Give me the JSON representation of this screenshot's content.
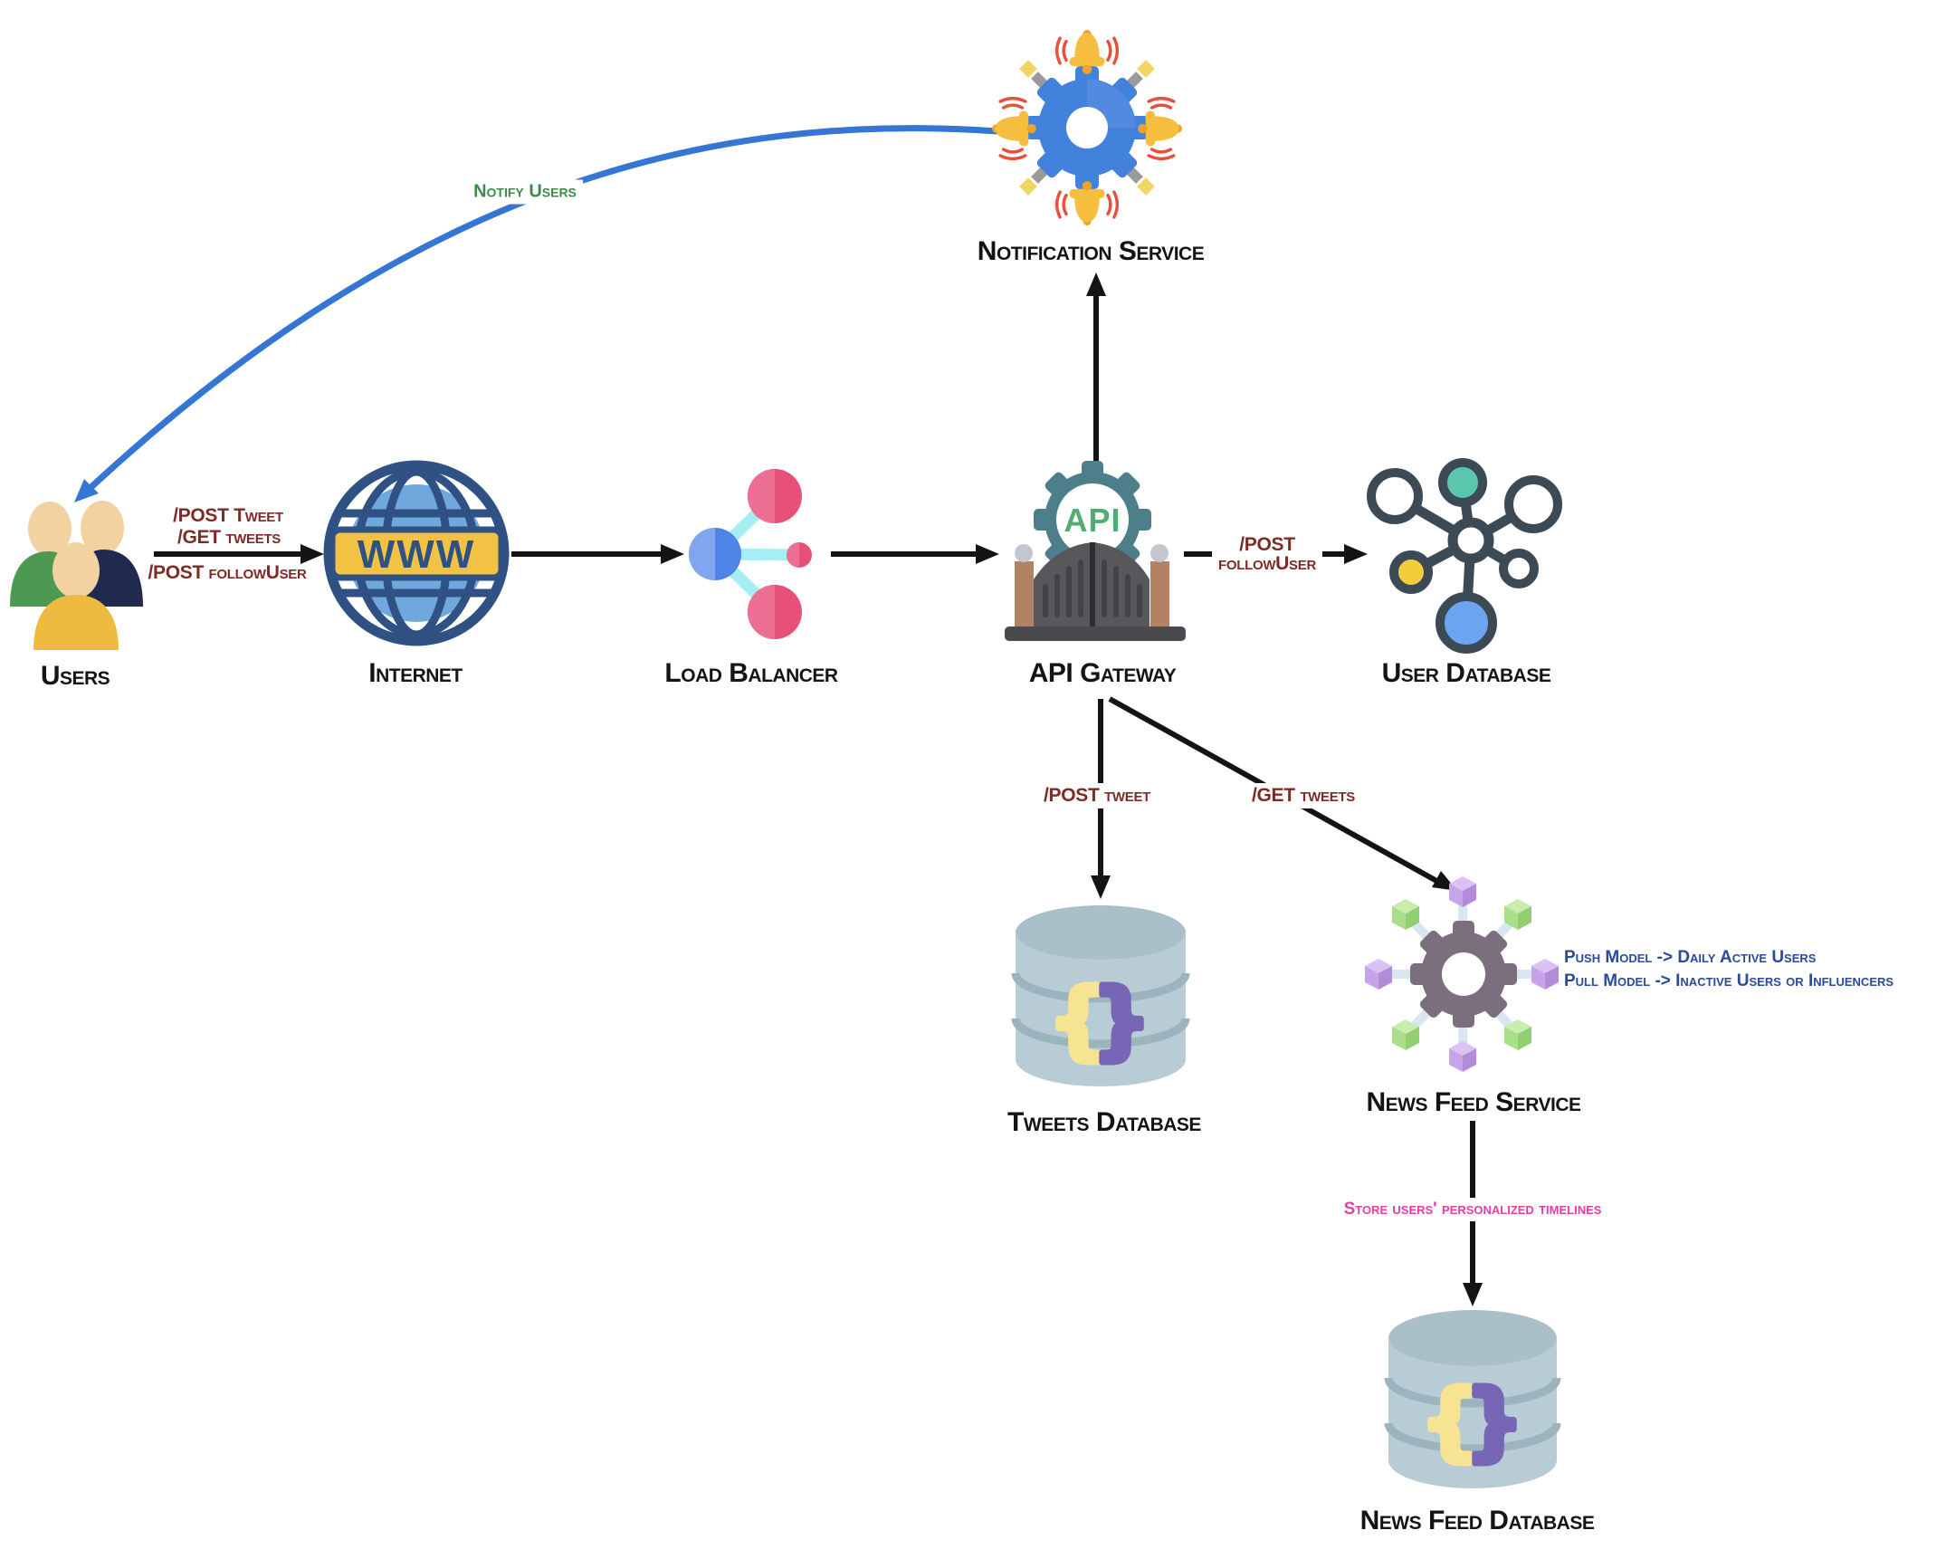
{
  "nodes": {
    "users": {
      "label": "Users",
      "icon": "people-group-icon"
    },
    "internet": {
      "label": "Internet",
      "icon": "globe-www-icon",
      "icon_text": "WWW"
    },
    "load_balancer": {
      "label": "Load Balancer",
      "icon": "load-balancer-icon"
    },
    "api_gateway": {
      "label": "API Gateway",
      "icon": "api-gate-gear-icon",
      "icon_text": "API"
    },
    "user_database": {
      "label": "User Database",
      "icon": "network-graph-icon"
    },
    "notification_service": {
      "label": "Notification Service",
      "icon": "gear-bells-icon"
    },
    "tweets_database": {
      "label": "Tweets Database",
      "icon": "database-cylinder-icon",
      "brace_open": "{",
      "brace_close": "}"
    },
    "news_feed_service": {
      "label": "News Feed Service",
      "icon": "gear-cubes-icon"
    },
    "news_feed_database": {
      "label": "News Feed Database",
      "icon": "database-cylinder-icon",
      "brace_open": "{",
      "brace_close": "}"
    }
  },
  "edges": {
    "users_internet": {
      "label_top_line1": "/POST Tweet",
      "label_top_line2": "/GET tweets",
      "label_bottom": "/POST followUser"
    },
    "notification_to_users": {
      "label": "Notify Users"
    },
    "gateway_to_user_db": {
      "label_line1": "/POST",
      "label_line2": "followUser"
    },
    "gateway_to_tweets_db": {
      "label": "/POST tweet"
    },
    "gateway_to_news_feed": {
      "label": "/GET tweets"
    },
    "news_feed_to_db": {
      "label": "Store users' personalized timelines"
    }
  },
  "annotations": {
    "news_feed_models": {
      "line1": "Push Model -> Daily Active Users",
      "line2": "Pull Model -> Inactive Users or Influencers"
    }
  },
  "colors": {
    "arrow_black": "#141414",
    "notify_arrow_blue": "#3575D3",
    "endpoint_label_maroon": "#7E2B25",
    "notify_label_green": "#3E8B49",
    "model_label_blue": "#2B4A9B",
    "store_label_pink": "#E23FA4",
    "node_label_black": "#141414"
  }
}
